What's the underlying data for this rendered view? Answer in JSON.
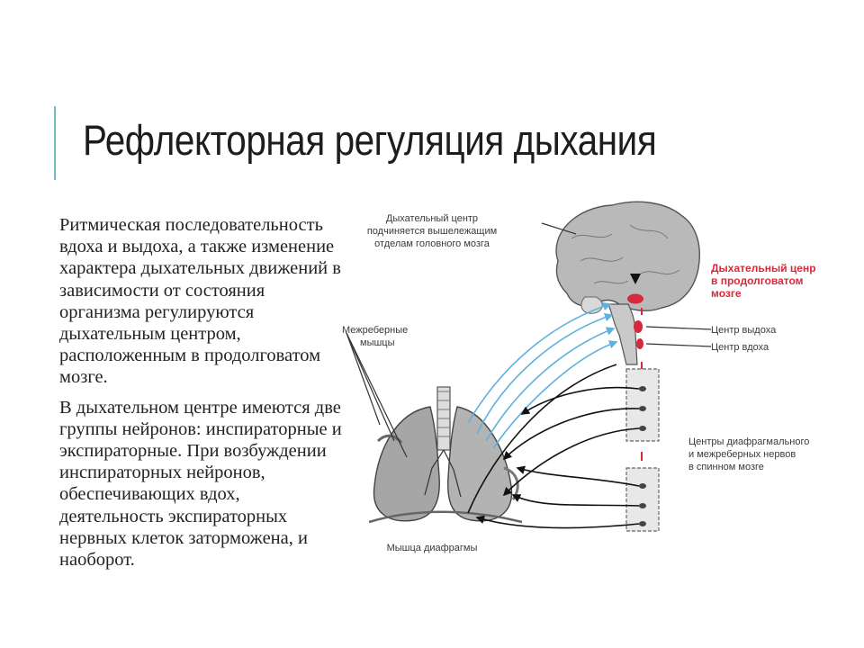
{
  "slide": {
    "title": "Рефлекторная регуляция дыхания",
    "paragraphs": [
      "Ритмическая последовательность вдоха и выдоха, а также изменение характера дыхательных движений в зависимости от состояния организма регулируются дыхательным центром, расположенным в продолговатом мозге.",
      "В дыхательном центре имеются две группы нейронов: инспираторные и экспираторные. При возбуждении инспираторных нейронов, обеспечивающих вдох, деятельность экспираторных нервных клеток заторможена, и наоборот."
    ],
    "accent_color": "#6fbfc6"
  },
  "diagram": {
    "labels": {
      "brain_note": [
        "Дыхательный центр",
        "подчиняется вышележащим",
        "отделам головного мозга"
      ],
      "medulla_center": [
        "Дыхательный ценр",
        "в продолговатом",
        "мозге"
      ],
      "exhale_center": "Центр выдоха",
      "inhale_center": "Центр вдоха",
      "intercostal_muscles": [
        "Межреберные",
        "мышцы"
      ],
      "spinal_centers": [
        "Центры диафрагмального",
        "и межреберных нервов",
        "в спинном мозге"
      ],
      "diaphragm": "Мышца диафрагмы"
    },
    "colors": {
      "highlight": "#d62a3c",
      "afferent": "#5fb2dc",
      "efferent": "#111111",
      "tissue": "#9a9a9a"
    }
  }
}
